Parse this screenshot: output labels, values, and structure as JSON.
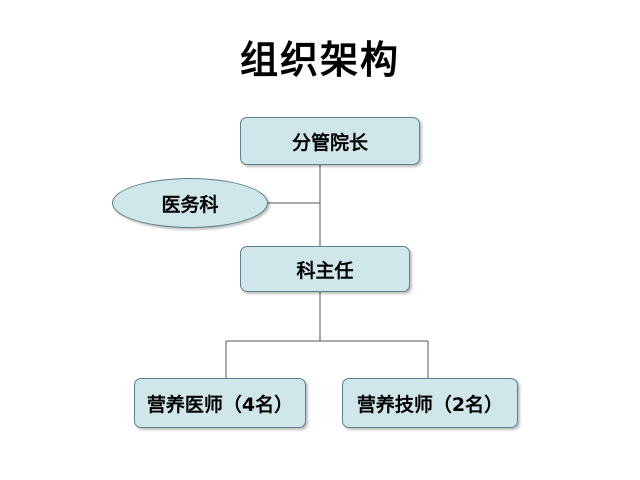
{
  "title": "组织架构",
  "nodes": {
    "vice_president": "分管院长",
    "medical_affairs": "医务科",
    "department_head": "科主任",
    "dietitian": "营养医师（4名）",
    "nutrition_technician": "营养技师（2名）"
  },
  "colors": {
    "node_fill": "#cfe6ea",
    "node_border": "#5f7f8a",
    "connector": "#555555"
  }
}
